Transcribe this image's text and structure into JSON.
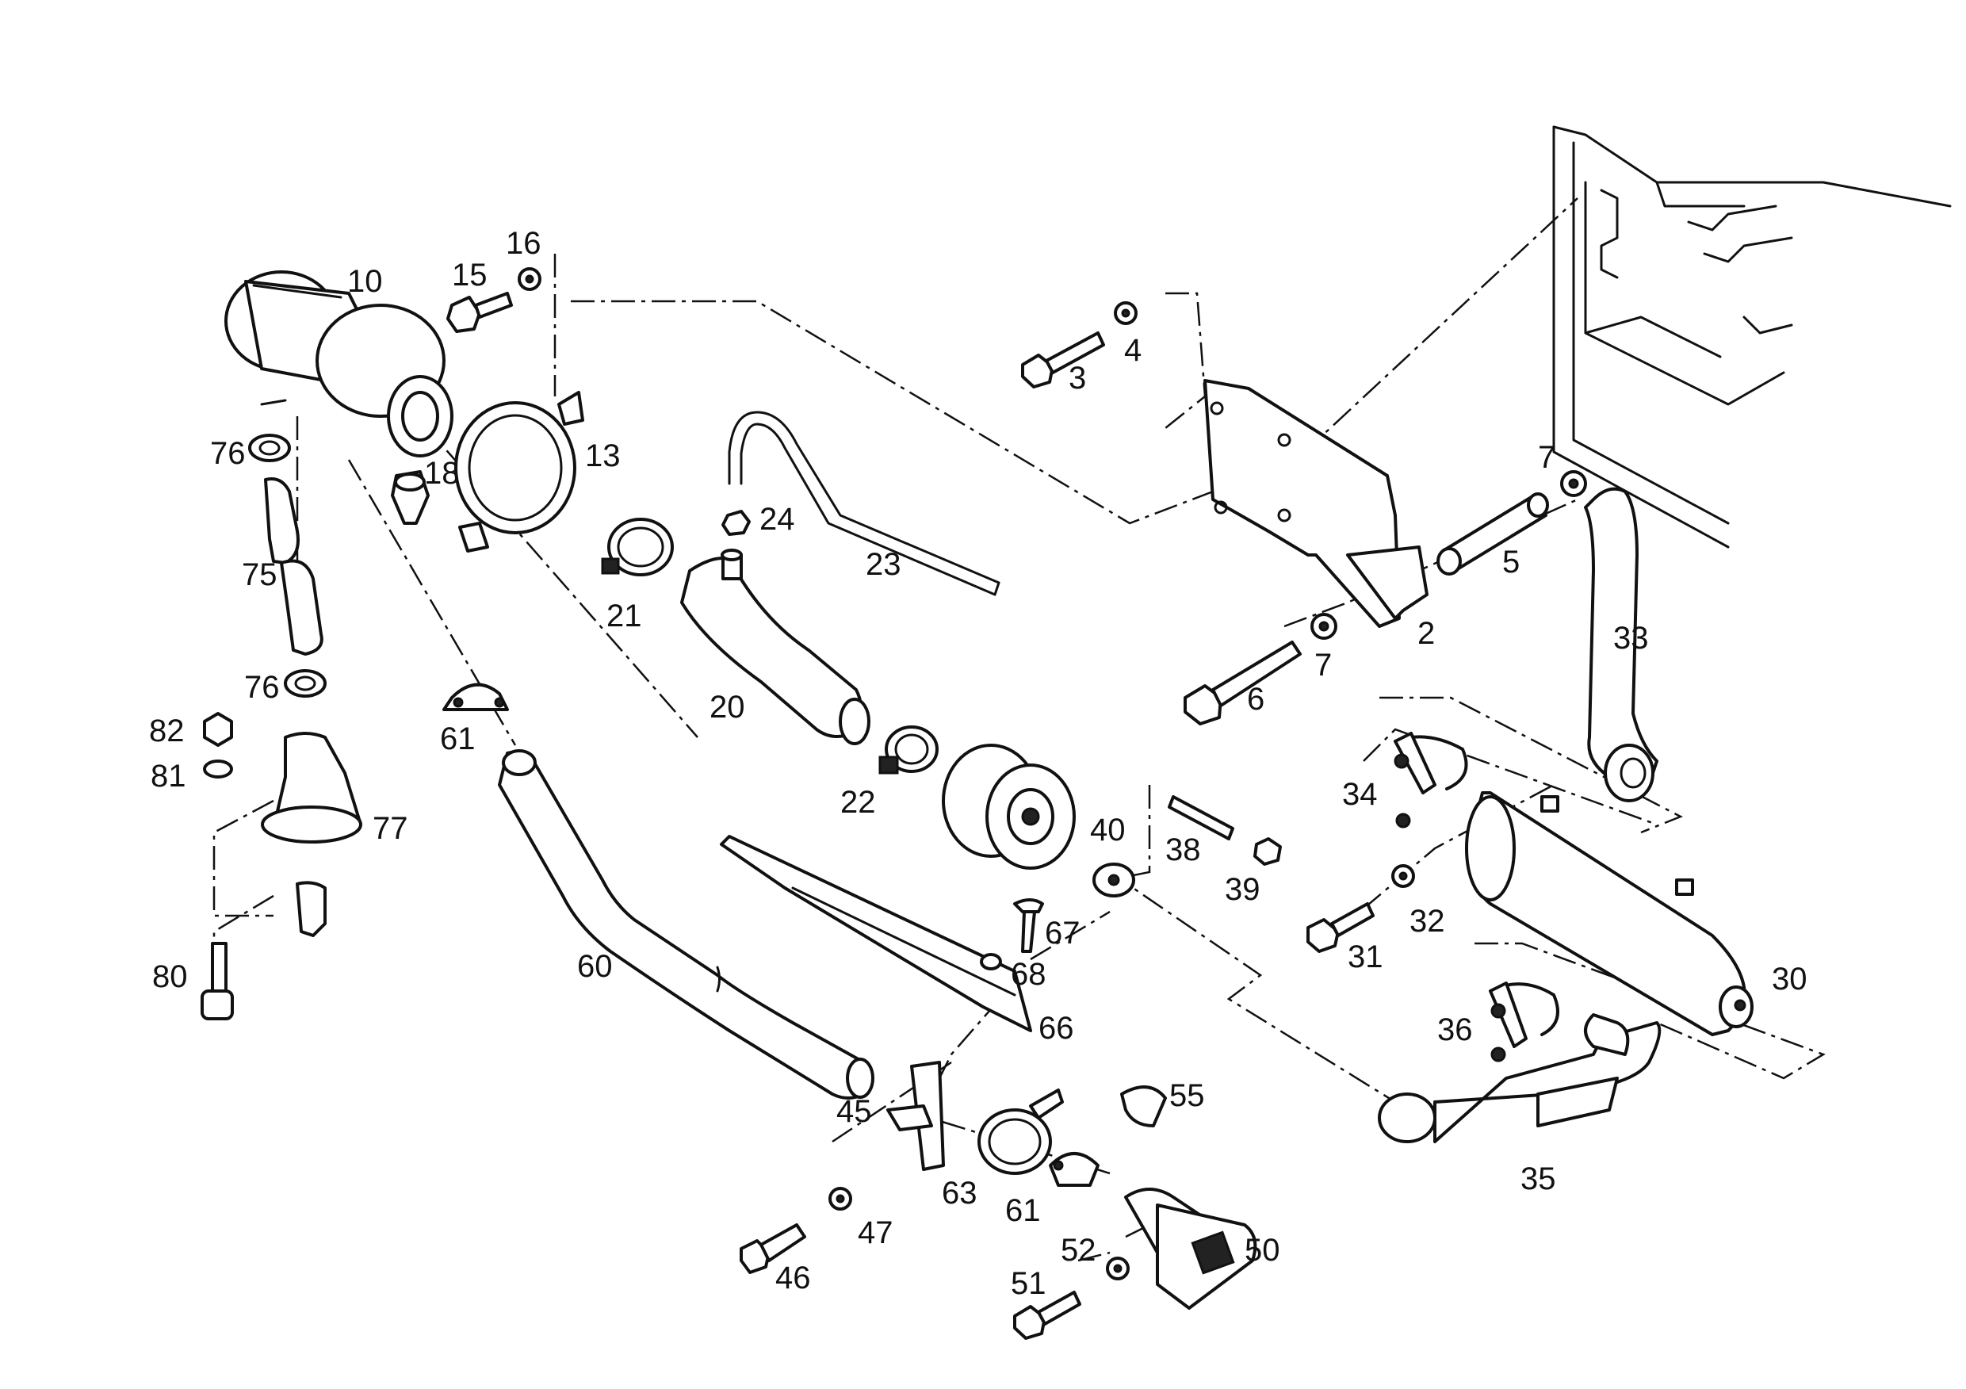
{
  "colors": {
    "ink": "#111111",
    "paper": "#ffffff"
  },
  "callouts": [
    {
      "id": "c2",
      "text": "2"
    },
    {
      "id": "c3",
      "text": "3"
    },
    {
      "id": "c4",
      "text": "4"
    },
    {
      "id": "c5",
      "text": "5"
    },
    {
      "id": "c6",
      "text": "6"
    },
    {
      "id": "c7a",
      "text": "7"
    },
    {
      "id": "c7b",
      "text": "7"
    },
    {
      "id": "c10",
      "text": "10"
    },
    {
      "id": "c13",
      "text": "13"
    },
    {
      "id": "c15",
      "text": "15"
    },
    {
      "id": "c16",
      "text": "16"
    },
    {
      "id": "c18",
      "text": "18"
    },
    {
      "id": "c20",
      "text": "20"
    },
    {
      "id": "c21",
      "text": "21"
    },
    {
      "id": "c22",
      "text": "22"
    },
    {
      "id": "c23",
      "text": "23"
    },
    {
      "id": "c24",
      "text": "24"
    },
    {
      "id": "c30",
      "text": "30"
    },
    {
      "id": "c31",
      "text": "31"
    },
    {
      "id": "c32",
      "text": "32"
    },
    {
      "id": "c33",
      "text": "33"
    },
    {
      "id": "c34",
      "text": "34"
    },
    {
      "id": "c35",
      "text": "35"
    },
    {
      "id": "c36",
      "text": "36"
    },
    {
      "id": "c38",
      "text": "38"
    },
    {
      "id": "c39",
      "text": "39"
    },
    {
      "id": "c40",
      "text": "40"
    },
    {
      "id": "c45",
      "text": "45"
    },
    {
      "id": "c46",
      "text": "46"
    },
    {
      "id": "c47",
      "text": "47"
    },
    {
      "id": "c50",
      "text": "50"
    },
    {
      "id": "c51",
      "text": "51"
    },
    {
      "id": "c52",
      "text": "52"
    },
    {
      "id": "c55",
      "text": "55"
    },
    {
      "id": "c60",
      "text": "60"
    },
    {
      "id": "c61a",
      "text": "61"
    },
    {
      "id": "c61b",
      "text": "61"
    },
    {
      "id": "c63",
      "text": "63"
    },
    {
      "id": "c66",
      "text": "66"
    },
    {
      "id": "c67",
      "text": "67"
    },
    {
      "id": "c68",
      "text": "68"
    },
    {
      "id": "c75",
      "text": "75"
    },
    {
      "id": "c76a",
      "text": "76"
    },
    {
      "id": "c76b",
      "text": "76"
    },
    {
      "id": "c77",
      "text": "77"
    },
    {
      "id": "c80",
      "text": "80"
    },
    {
      "id": "c81",
      "text": "81"
    },
    {
      "id": "c82",
      "text": "82"
    }
  ]
}
